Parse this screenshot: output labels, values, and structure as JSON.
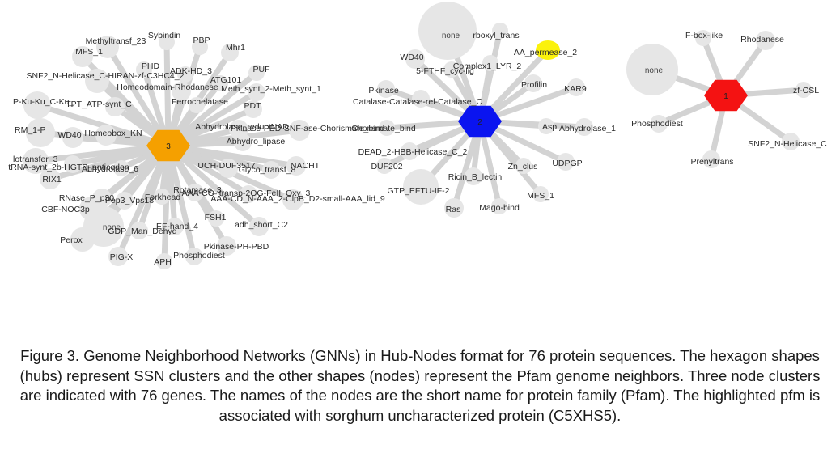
{
  "colors": {
    "edge": "#d3d3d3",
    "node": "#e6e6e6",
    "hub3": "#f5a000",
    "hub2": "#0a14f0",
    "hub1": "#f41212",
    "highlight": "#fbf20c"
  },
  "clusters": [
    {
      "id": "c3",
      "hub_label": "3",
      "hub_color": "#f5a000",
      "nodes": [
        "Methyltransf_23",
        "Sybindin",
        "PBP",
        "Mhr1",
        "MFS_1",
        "PHD",
        "ADK-HD_3",
        "PUF",
        "SNF2_N-Helicase_C-HIRAN-zf-C3HC4_2",
        "ATG101",
        "Homeodomain-Rhodanese",
        "Meth_synt_2-Meth_synt_1",
        "P-Ku-Ku_C-Ku_",
        "TPT_ATP-synt_C",
        "Ferrochelatase",
        "PDT",
        "Abhydrolase_reductNAD",
        "Pkinase-PBD-SNF-ase-Chorismate_bind",
        "RM_1-P",
        "WD40",
        "Homeobox_KN",
        "Abhydro_lipase",
        "lotransfer_3",
        "tRNA-synt_2b-HGTP_anticodon",
        "Abhydrolase_6",
        "UCH-DUF3517",
        "Glyco_transf_8",
        "NACHT",
        "RIX1",
        "RNase_P_p30",
        "Forkhead",
        "Rotamase_3",
        "AAA-CO_transp-2OG-FeII_Oxy_3",
        "AAA-CD_N-AAA_2-ClpB_D2-small-AAA_lid_9",
        "CBF-NOC3p",
        "Pep3_Vps18",
        "FSH1",
        "none",
        "GDP_Man_Dehyd",
        "EF-hand_4",
        "adh_short_C2",
        "Perox",
        "Pkinase-PH-PBD",
        "PIG-X",
        "Phosphodiest",
        "APH"
      ]
    },
    {
      "id": "c2",
      "hub_label": "2",
      "hub_color": "#0a14f0",
      "nodes": [
        "none",
        "rboxyl_trans",
        "AA_permease_2",
        "WD40",
        "Complex1_LYR_2",
        "5-FTHF_cyc-lig",
        "Profilin",
        "KAR9",
        "Pkinase",
        "Catalase-Catalase-rel-Catalase_C",
        "Chorismate_bind",
        "Asp",
        "Abhydrolase_1",
        "DEAD_2-HBB-Helicase_C_2",
        "DUF202",
        "Zn_clus",
        "UDPGP",
        "Ricin_B_lectin",
        "GTP_EFTU-IF-2",
        "MFS_1",
        "Ras",
        "Mago-bind"
      ]
    },
    {
      "id": "c1",
      "hub_label": "1",
      "hub_color": "#f41212",
      "nodes": [
        "F-box-like",
        "Rhodanese",
        "none",
        "zf-CSL",
        "Phosphodiest",
        "SNF2_N-Helicase_C",
        "Prenyltrans"
      ]
    }
  ],
  "highlighted_node": "AA_permease_2",
  "caption": "Figure 3. Genome Neighborhood Networks (GNNs) in Hub-Nodes format for 76 protein sequences. The hexagon shapes (hubs) represent SSN clusters and the other shapes (nodes) represent the Pfam genome neighbors. Three node clusters are indicated with 76 genes. The names of the nodes are the short name for protein family (Pfam). The highlighted pfm is associated with sorghum uncharacterized protein (C5XHS5)."
}
